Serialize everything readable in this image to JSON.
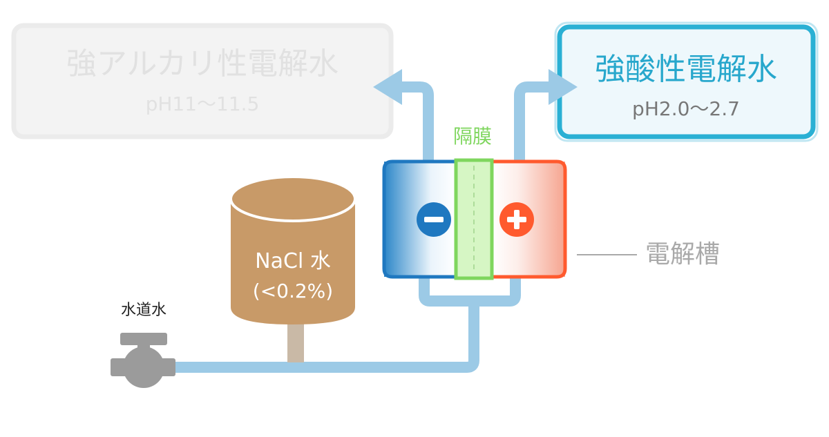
{
  "alkaline_box": {
    "title": "強アルカリ性電解水",
    "ph": "pH11〜11.5"
  },
  "acidic_box": {
    "title": "強酸性電解水",
    "ph": "pH2.0〜2.7"
  },
  "membrane_label": "隔膜",
  "cell_label": "電解槽",
  "tank": {
    "name": "NaCl 水",
    "concentration": "(<0.2%)"
  },
  "tap_label": "水道水",
  "colors": {
    "pipe": "#9ccae6",
    "alkaline_box_text": "#e1e1e1",
    "alkaline_box_border": "#ebebeb",
    "alkaline_box_fill": "#f3f3f3",
    "acidic_box_border": "#2ab0d4",
    "acidic_box_fill": "#eef8fc",
    "acidic_text": "#27a7cc",
    "cathode": "#1f78c0",
    "anode": "#ff5a2e",
    "membrane": "#7fd65e",
    "membrane_fill": "#d6f6c4",
    "tank": "#c89a68",
    "faucet": "#9b9b9b",
    "cell_label": "#a9a9a9"
  },
  "icons": {
    "cathode": "minus-icon",
    "anode": "plus-icon"
  }
}
